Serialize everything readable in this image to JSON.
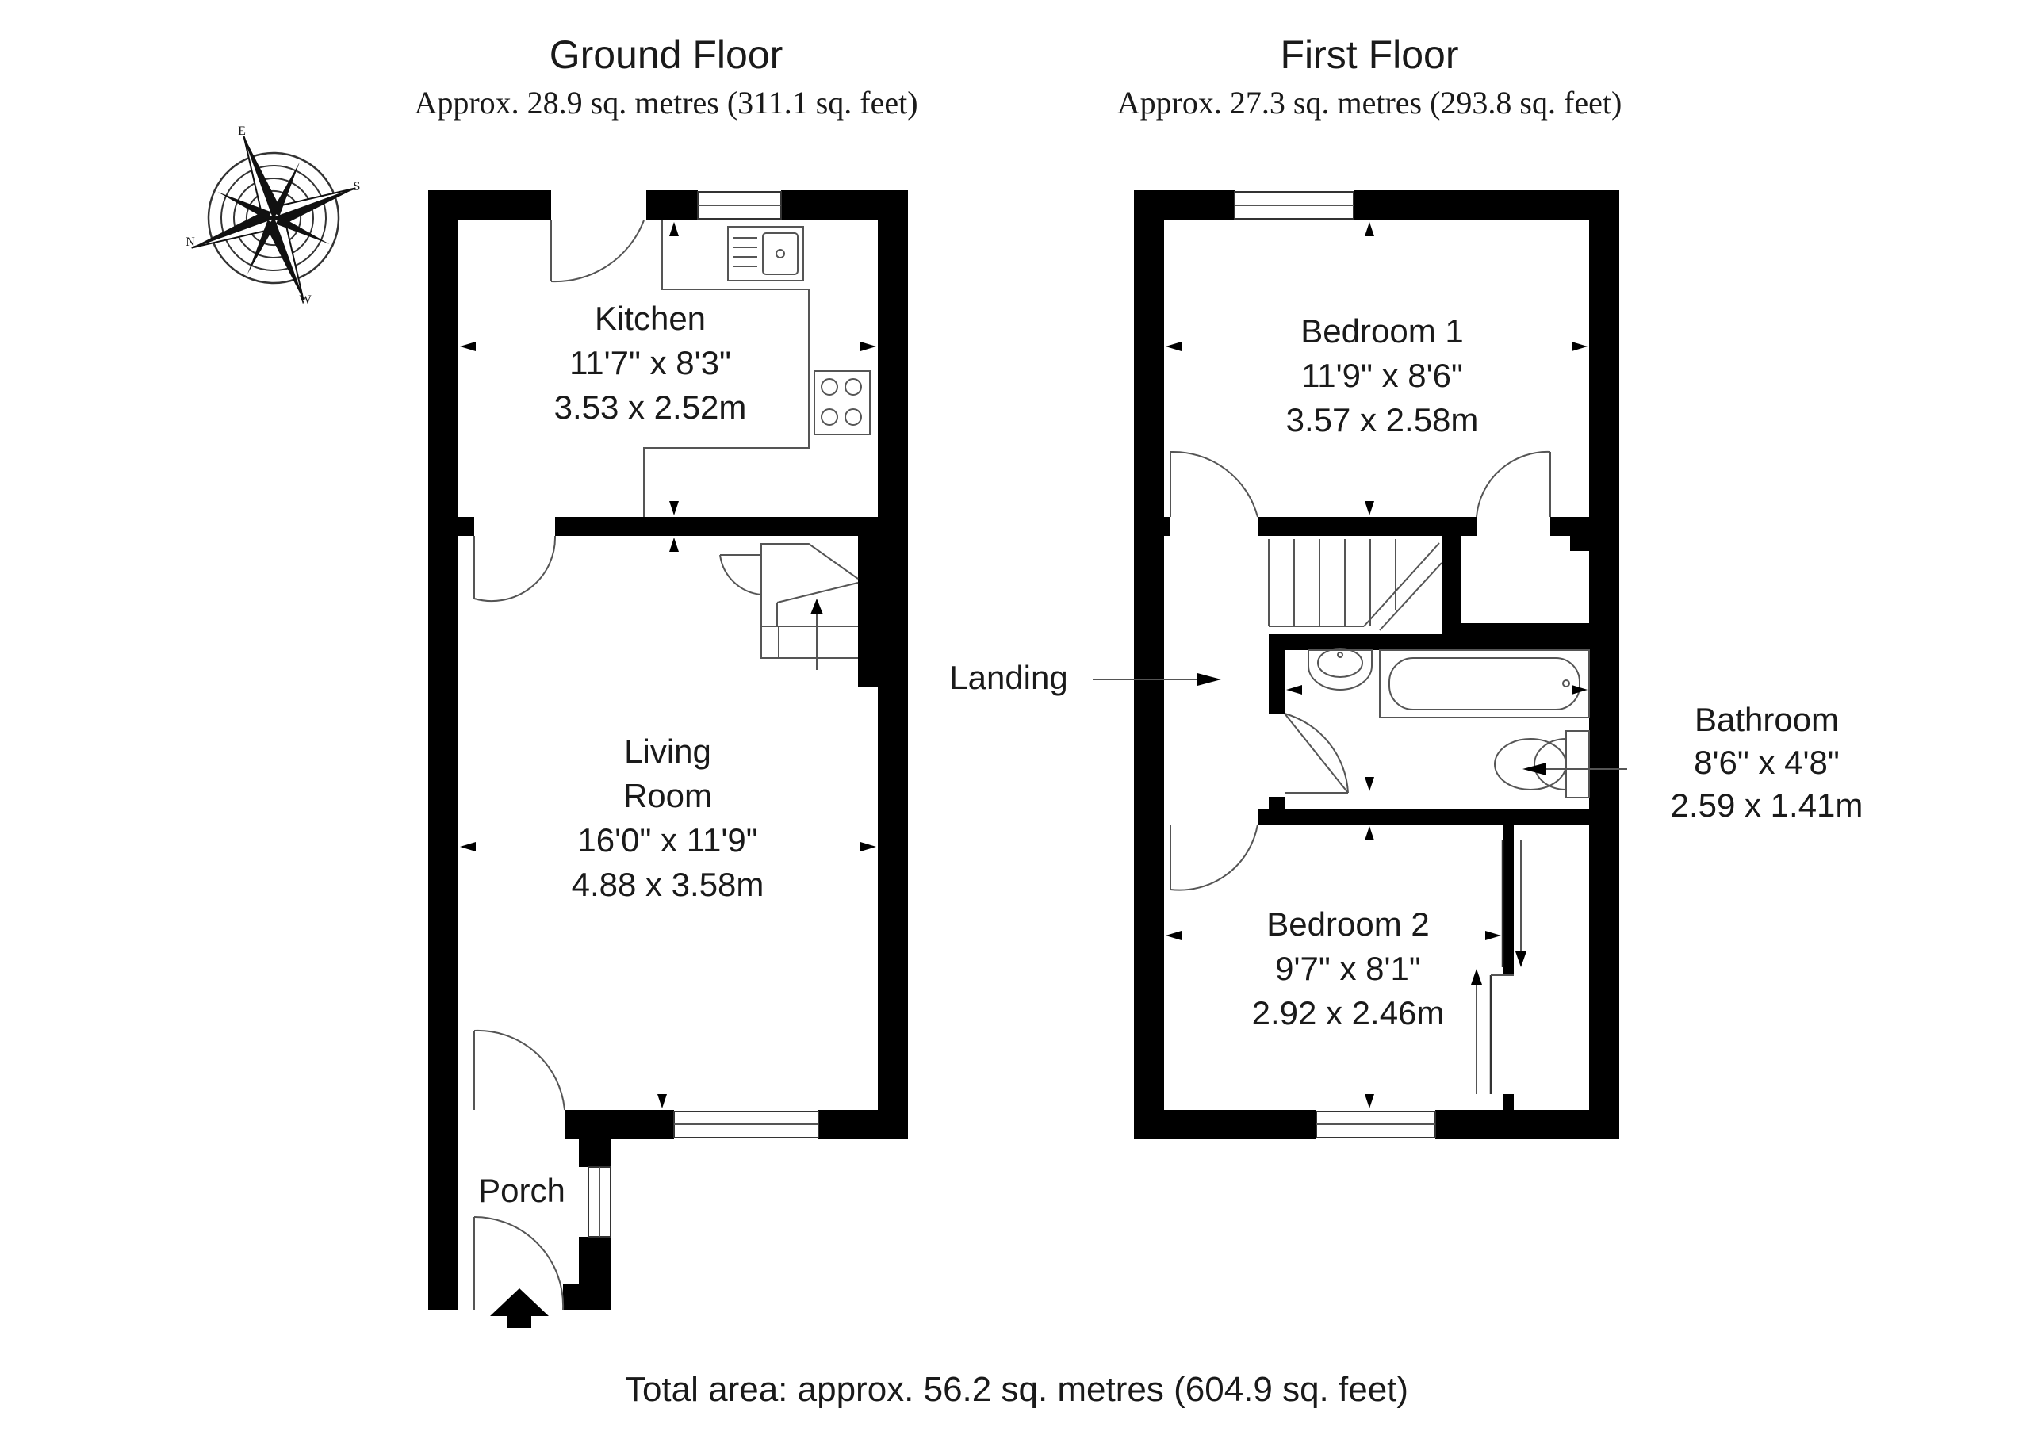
{
  "ground_floor": {
    "title": "Ground Floor",
    "area": "Approx. 28.9 sq. metres (311.1 sq. feet)",
    "rooms": {
      "kitchen": {
        "name": "Kitchen",
        "imperial": "11'7\" x 8'3\"",
        "metric": "3.53 x 2.52m"
      },
      "living_room": {
        "name_line1": "Living",
        "name_line2": "Room",
        "imperial": "16'0\" x 11'9\"",
        "metric": "4.88 x 3.58m"
      },
      "porch": {
        "name": "Porch"
      }
    }
  },
  "first_floor": {
    "title": "First Floor",
    "area": "Approx. 27.3 sq. metres (293.8 sq. feet)",
    "rooms": {
      "bedroom1": {
        "name": "Bedroom 1",
        "imperial": "11'9\" x 8'6\"",
        "metric": "3.57 x 2.58m"
      },
      "bedroom2": {
        "name": "Bedroom 2",
        "imperial": "9'7\" x 8'1\"",
        "metric": "2.92 x 2.46m"
      },
      "bathroom": {
        "name": "Bathroom",
        "imperial": "8'6\" x 4'8\"",
        "metric": "2.59 x 1.41m"
      },
      "landing": {
        "name": "Landing"
      }
    }
  },
  "total_area": "Total area: approx. 56.2 sq. metres (604.9 sq. feet)",
  "compass": {
    "icon": "compass-rose-icon",
    "labels": [
      "E",
      "S",
      "W",
      "N"
    ]
  },
  "colors": {
    "wall": "#000000",
    "fixture": "#555555",
    "background": "#ffffff"
  }
}
